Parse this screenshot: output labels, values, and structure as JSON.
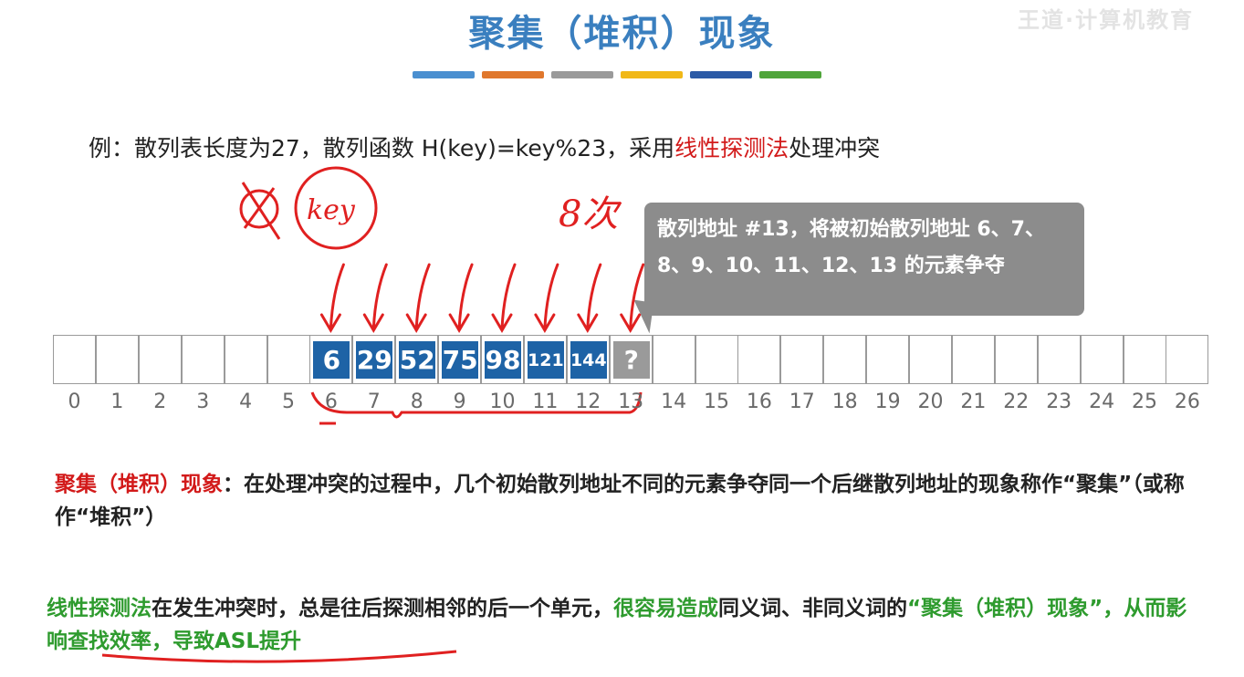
{
  "slide": {
    "title": "聚集（堆积）现象",
    "watermark": "王道·计算机教育",
    "accent_colors": [
      "#4a8fd0",
      "#e0772c",
      "#9a9a9a",
      "#f1b817",
      "#2b5aa6",
      "#4fa53a"
    ]
  },
  "example": {
    "prefix": "例：散列表长度为27，散列函数 H(key)=key%23，采用",
    "highlight": "线性探测法",
    "suffix": "处理冲突"
  },
  "callout": {
    "text": "散列地址 #13，将被初始散列地址 6、7、8、9、10、11、12、13 的元素争夺"
  },
  "table": {
    "indices": [
      "0",
      "1",
      "2",
      "3",
      "4",
      "5",
      "6",
      "7",
      "8",
      "9",
      "10",
      "11",
      "12",
      "13",
      "14",
      "15",
      "16",
      "17",
      "18",
      "19",
      "20",
      "21",
      "22",
      "23",
      "24",
      "25",
      "26"
    ],
    "values": [
      "",
      "",
      "",
      "",
      "",
      "",
      "6",
      "29",
      "52",
      "75",
      "98",
      "121",
      "144",
      "?",
      "",
      "",
      "",
      "",
      "",
      "",
      "",
      "",
      "",
      "",
      "",
      "",
      ""
    ]
  },
  "definition": {
    "term": "聚集（堆积）现象",
    "body": "：在处理冲突的过程中，几个初始散列地址不同的元素争夺同一个后继散列地址的现象称作“聚集”（或称作“堆积”）"
  },
  "linear_note": {
    "part1": "线性探测法",
    "part2": "在发生冲突时，总是往后探测相邻的后一个单元，",
    "part3": "很容易造成",
    "part4": "同义词、非同义词的",
    "part5": "“聚集（堆积）现象”，从而影响查找效率，导致ASL提升"
  },
  "annotations": {
    "circled_word": "key",
    "count_note": "8次"
  }
}
